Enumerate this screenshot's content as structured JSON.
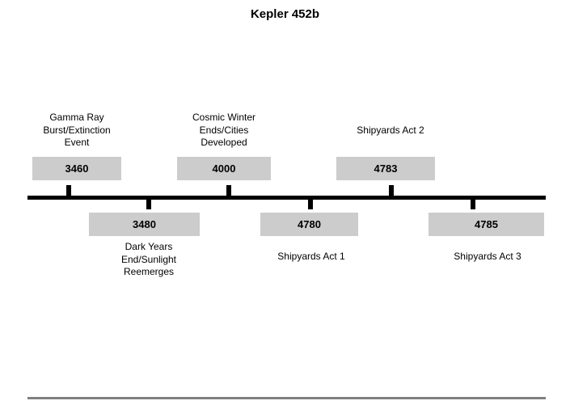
{
  "title": "Kepler 452b",
  "colors": {
    "timeline_line": "#000000",
    "year_box_bg": "#cccccc",
    "year_text": "#000000",
    "label_text": "#000000",
    "bottom_rule": "#808080"
  },
  "events": [
    {
      "year": "3460",
      "label": "Gamma Ray\nBurst/Extinction\nEvent",
      "position": "above"
    },
    {
      "year": "3480",
      "label": "Dark Years\nEnd/Sunlight\nReemerges",
      "position": "below"
    },
    {
      "year": "4000",
      "label": "Cosmic Winter\nEnds/Cities\nDeveloped",
      "position": "above"
    },
    {
      "year": "4780",
      "label": "Shipyards Act 1",
      "position": "below"
    },
    {
      "year": "4783",
      "label": "Shipyards Act 2",
      "position": "above"
    },
    {
      "year": "4785",
      "label": "Shipyards Act 3",
      "position": "below"
    }
  ]
}
